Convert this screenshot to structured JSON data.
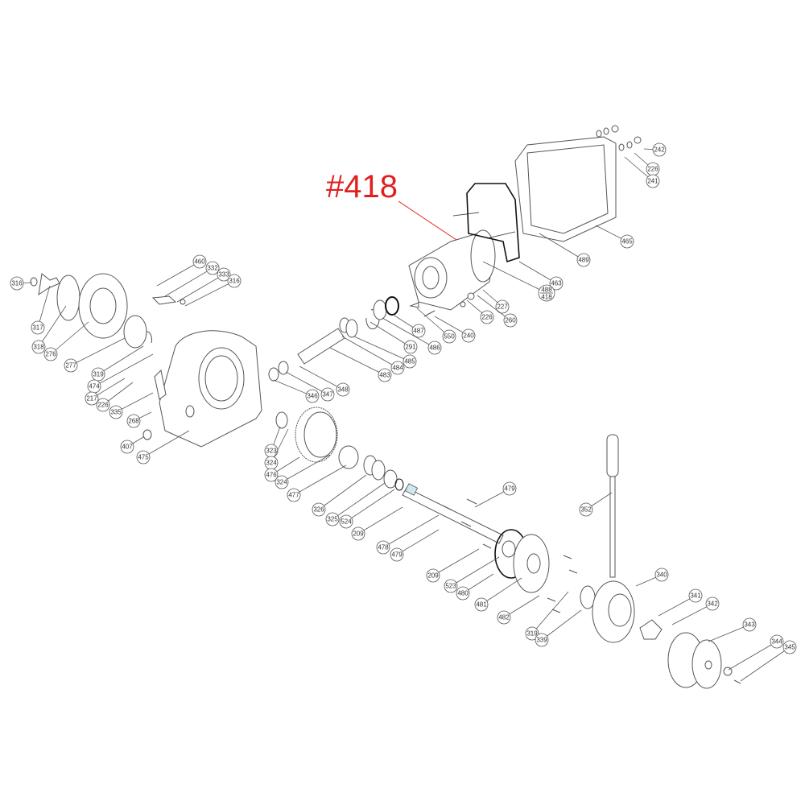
{
  "highlight": {
    "label": "#418",
    "color": "#e02020"
  },
  "callouts": {
    "c316a": "316",
    "c317": "317",
    "c318": "318",
    "c276": "276",
    "c277": "277",
    "c460": "460",
    "c332": "332",
    "c333": "333",
    "c316b": "316",
    "c319a": "319",
    "c474": "474",
    "c217": "217",
    "c226a": "226",
    "c335": "335",
    "c268": "268",
    "c407": "407",
    "c475": "475",
    "c488": "488",
    "c418": "418",
    "c463": "463",
    "c227": "227",
    "c226b": "226",
    "c260": "260",
    "c240": "240",
    "c550": "550",
    "c487": "487",
    "c486": "486",
    "c291": "291",
    "c485": "485",
    "c484": "484",
    "c483": "483",
    "c348": "348",
    "c347": "347",
    "c346": "346",
    "c489": "489",
    "c465": "465",
    "c242": "242",
    "c226c": "226",
    "c241": "241",
    "c323a": "323",
    "c324a": "324",
    "c476": "476",
    "c324b": "324",
    "c477": "477",
    "c326": "326",
    "c325": "325",
    "c524": "524",
    "c209a": "209",
    "c478": "478",
    "c479a": "479",
    "c479b": "479",
    "c209b": "209",
    "c523": "523",
    "c480": "480",
    "c481": "481",
    "c482": "482",
    "c319b": "319",
    "c339": "339",
    "c352": "352",
    "c340": "340",
    "c341": "341",
    "c342": "342",
    "c343": "343",
    "c344": "344",
    "c345": "345"
  }
}
